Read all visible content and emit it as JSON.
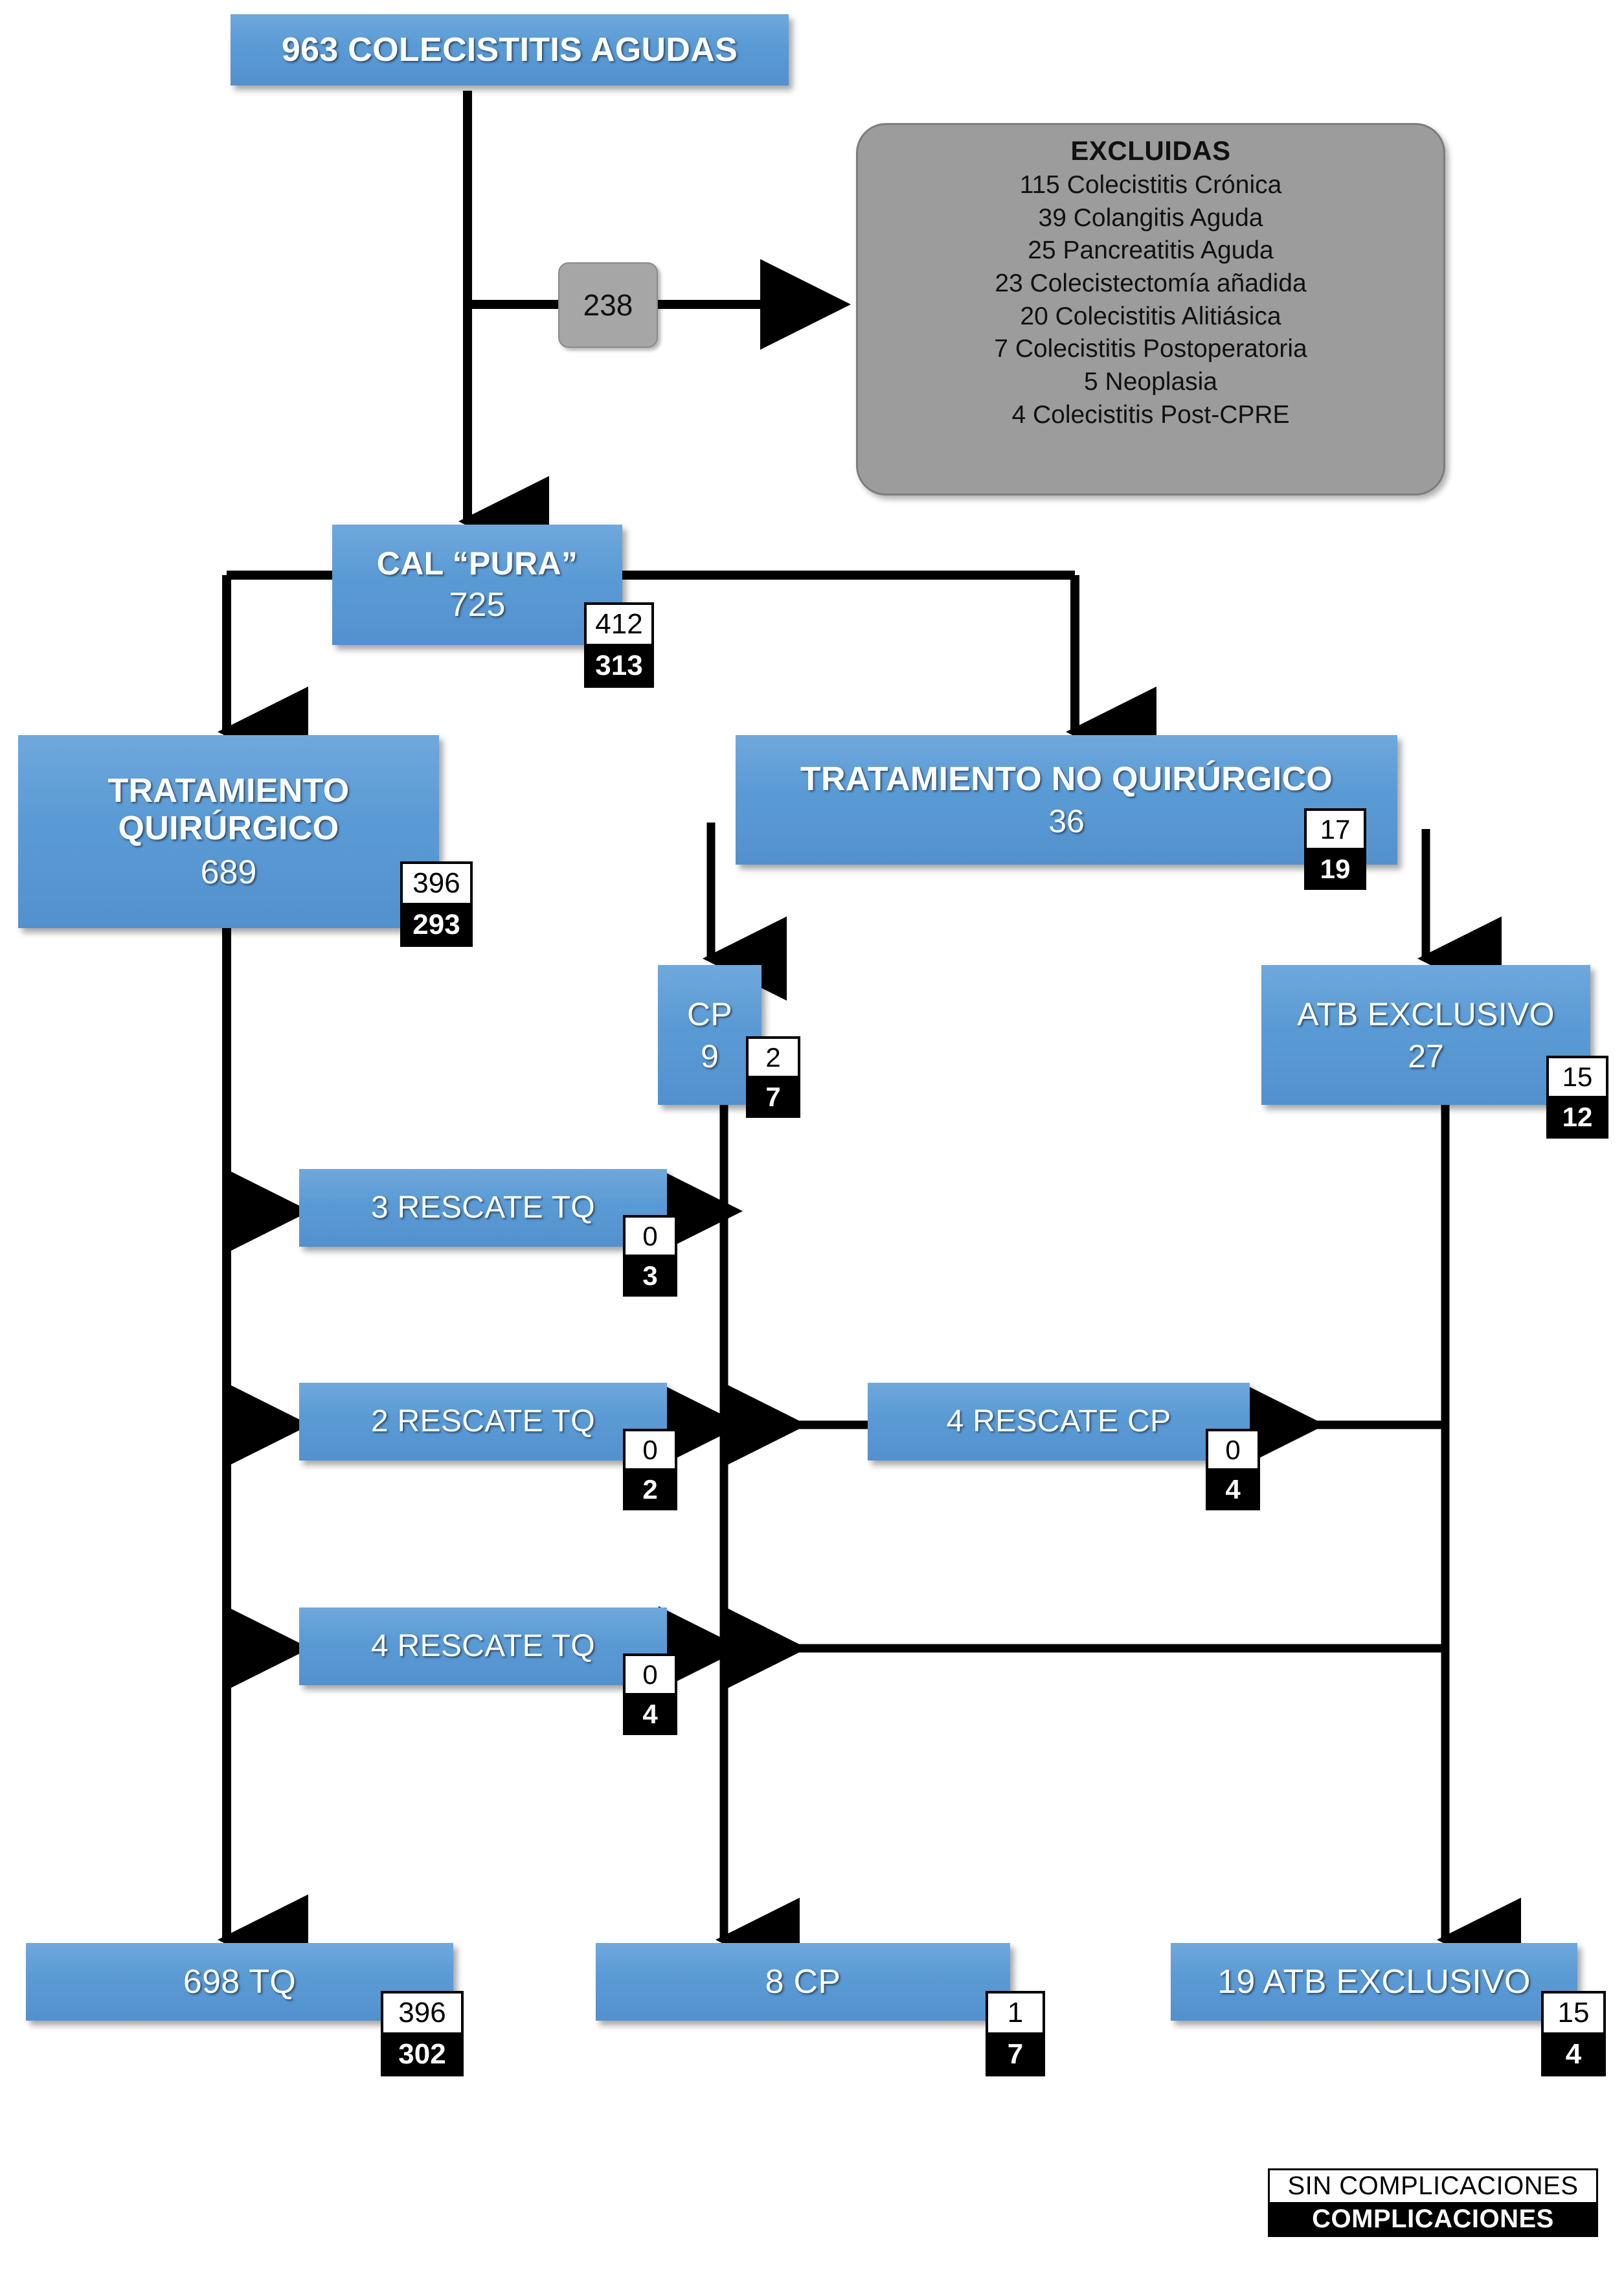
{
  "colors": {
    "box_blue": "#5B9BD5",
    "excluded_gray": "#9C9C9C",
    "node_gray": "#A6A6A6",
    "line_black": "#000000",
    "badge_no_complication_bg": "#FFFFFF",
    "badge_complication_bg": "#000000"
  },
  "nodes": {
    "root": {
      "title": "963 COLECISTITIS AGUDAS",
      "count": ""
    },
    "excluded_count": {
      "value": "238"
    },
    "excluded": {
      "title": "EXCLUIDAS",
      "items": [
        "115 Colecistitis Crónica",
        "39 Colangitis Aguda",
        "25 Pancreatitis Aguda",
        "23 Colecistectomía añadida",
        "20 Colecistitis Alitiásica",
        "7 Colecistitis Postoperatoria",
        "5 Neoplasia",
        "4 Colecistitis Post-CPRE"
      ]
    },
    "cal_pura": {
      "title": "CAL “PURA”",
      "count": "725",
      "no_comp": "412",
      "comp": "313"
    },
    "tq": {
      "title_line1": "TRATAMIENTO",
      "title_line2": "QUIRÚRGICO",
      "count": "689",
      "no_comp": "396",
      "comp": "293"
    },
    "tnq": {
      "title": "TRATAMIENTO NO QUIRÚRGICO",
      "count": "36",
      "no_comp": "17",
      "comp": "19"
    },
    "cp": {
      "title": "CP",
      "count": "9",
      "no_comp": "2",
      "comp": "7"
    },
    "atb": {
      "title": "ATB EXCLUSIVO",
      "count": "27",
      "no_comp": "15",
      "comp": "12"
    },
    "rescate_tq_3": {
      "title": "3 RESCATE TQ",
      "no_comp": "0",
      "comp": "3"
    },
    "rescate_tq_2": {
      "title": "2 RESCATE TQ",
      "no_comp": "0",
      "comp": "2"
    },
    "rescate_cp_4": {
      "title": "4 RESCATE CP",
      "no_comp": "0",
      "comp": "4"
    },
    "rescate_tq_4": {
      "title": "4 RESCATE TQ",
      "no_comp": "0",
      "comp": "4"
    },
    "final_tq": {
      "title": "698 TQ",
      "no_comp": "396",
      "comp": "302"
    },
    "final_cp": {
      "title": "8 CP",
      "no_comp": "1",
      "comp": "7"
    },
    "final_atb": {
      "title": "19 ATB EXCLUSIVO",
      "no_comp": "15",
      "comp": "4"
    }
  },
  "legend": {
    "no_complications": "SIN  COMPLICACIONES",
    "complications": "COMPLICACIONES"
  },
  "chart_data": {
    "type": "diagram",
    "title": "Flujo de pacientes con colecistitis aguda",
    "flow": [
      {
        "id": "root",
        "label": "963 COLECISTITIS AGUDAS",
        "n": 963
      },
      {
        "id": "excluded",
        "label": "EXCLUIDAS",
        "n": 238,
        "breakdown": [
          {
            "label": "Colecistitis Crónica",
            "n": 115
          },
          {
            "label": "Colangitis Aguda",
            "n": 39
          },
          {
            "label": "Pancreatitis Aguda",
            "n": 25
          },
          {
            "label": "Colecistectomía añadida",
            "n": 23
          },
          {
            "label": "Colecistitis Alitiásica",
            "n": 20
          },
          {
            "label": "Colecistitis Postoperatoria",
            "n": 7
          },
          {
            "label": "Neoplasia",
            "n": 5
          },
          {
            "label": "Colecistitis Post-CPRE",
            "n": 4
          }
        ]
      },
      {
        "id": "cal_pura",
        "label": "CAL “PURA”",
        "n": 725,
        "sin_complicaciones": 412,
        "complicaciones": 313
      },
      {
        "id": "tq",
        "label": "TRATAMIENTO QUIRÚRGICO",
        "n": 689,
        "sin_complicaciones": 396,
        "complicaciones": 293
      },
      {
        "id": "tnq",
        "label": "TRATAMIENTO NO QUIRÚRGICO",
        "n": 36,
        "sin_complicaciones": 17,
        "complicaciones": 19
      },
      {
        "id": "cp",
        "label": "CP",
        "n": 9,
        "sin_complicaciones": 2,
        "complicaciones": 7
      },
      {
        "id": "atb",
        "label": "ATB EXCLUSIVO",
        "n": 27,
        "sin_complicaciones": 15,
        "complicaciones": 12
      },
      {
        "id": "rescate_tq_3",
        "label": "3 RESCATE TQ",
        "n": 3,
        "sin_complicaciones": 0,
        "complicaciones": 3
      },
      {
        "id": "rescate_tq_2",
        "label": "2 RESCATE TQ",
        "n": 2,
        "sin_complicaciones": 0,
        "complicaciones": 2
      },
      {
        "id": "rescate_cp_4",
        "label": "4 RESCATE CP",
        "n": 4,
        "sin_complicaciones": 0,
        "complicaciones": 4
      },
      {
        "id": "rescate_tq_4",
        "label": "4 RESCATE TQ",
        "n": 4,
        "sin_complicaciones": 0,
        "complicaciones": 4
      },
      {
        "id": "final_tq",
        "label": "698 TQ",
        "n": 698,
        "sin_complicaciones": 396,
        "complicaciones": 302
      },
      {
        "id": "final_cp",
        "label": "8 CP",
        "n": 8,
        "sin_complicaciones": 1,
        "complicaciones": 7
      },
      {
        "id": "final_atb",
        "label": "19 ATB EXCLUSIVO",
        "n": 19,
        "sin_complicaciones": 15,
        "complicaciones": 4
      }
    ]
  }
}
